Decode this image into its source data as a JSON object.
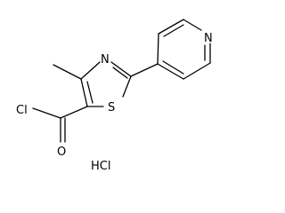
{
  "structure": {
    "atoms": {
      "chlorine": "Cl",
      "oxygen": "O",
      "sulfur": "S",
      "thiazole_nitrogen": "N",
      "pyridine_nitrogen": "N"
    },
    "salt": "HCl"
  }
}
